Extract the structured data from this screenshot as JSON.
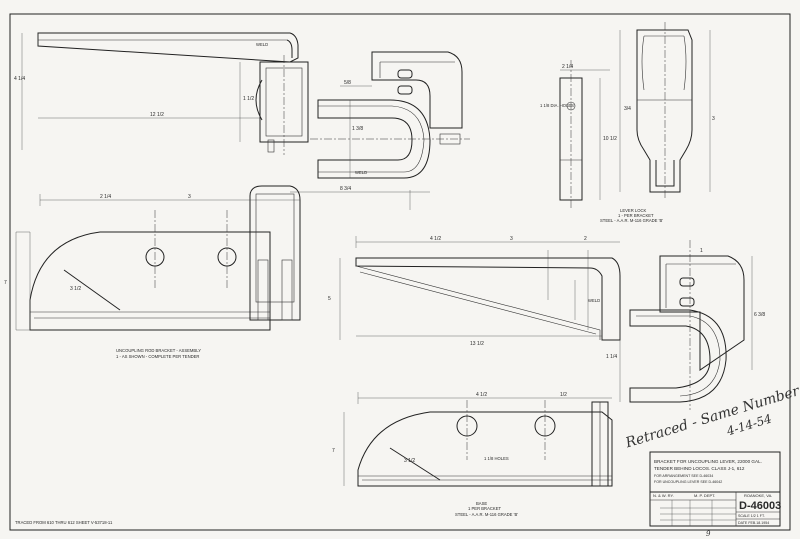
{
  "drawing": {
    "number": "D-46003",
    "title_line1": "BRACKET FOR UNCOUPLING LEVER, 22000 GAL.",
    "title_line2": "TENDER BEHIND LOCOS. CLASS J-1, 612",
    "railway": "N. & W. RY.",
    "department": "M. P. DEPT.",
    "location": "ROANOKE, VA.",
    "scale": "SCALE  1/2    1 FT.",
    "date": "DATE  FEB.18.1954",
    "retraced_note": "Retraced - Same Number",
    "retraced_date": "4-14-54",
    "footer_note": "TRACED FROM  610 THRU 612  SHEET  V-53718-11",
    "sheet_mark": "9"
  },
  "notes": {
    "weld_top": "WELD",
    "weld_bottom": "WELD",
    "weld_right": "WELD",
    "arrangement": "FOR ARRANGEMENT  SEE  D-46034",
    "uncoupling_lever": "FOR UNCOUPLING LEVER  SEE  D-46042",
    "lever_lock_title": "LEVER LOCK",
    "lever_lock_qty": "1 - PER BRACKET",
    "lever_lock_material": "STEEL - A.A.R. M-116 GRADE 'B'",
    "hole_dia": "1 1/8 DIA. HOLES",
    "holes": "1 1/8 HOLES",
    "assembly_title": "UNCOUPLING ROD BRACKET - ASSEMBLY",
    "assembly_qty": "1 - AS SHOWN - COMPLETE PER TENDER",
    "base_title": "BASE",
    "base_qty": "1 PER BRACKET",
    "base_material": "STEEL - A.A.R. M-116 GRADE 'B'"
  },
  "dimensions": {
    "d1": "4 1/4",
    "d2": "3",
    "d3": "1 1/2",
    "d4": "3/4",
    "d5": "12 1/2",
    "d6": "1 3/8",
    "d7": "8 3/4",
    "d8": "2 1/4",
    "d9": "1 1/4",
    "d10": "5/8",
    "d11": "7",
    "d12": "3 1/2",
    "d13": "10 1/2",
    "d14": "2",
    "d15": "13 1/2",
    "d16": "4 1/2",
    "d17": "5",
    "d18": "1",
    "d19": "6 3/8",
    "d20": "1/2"
  }
}
